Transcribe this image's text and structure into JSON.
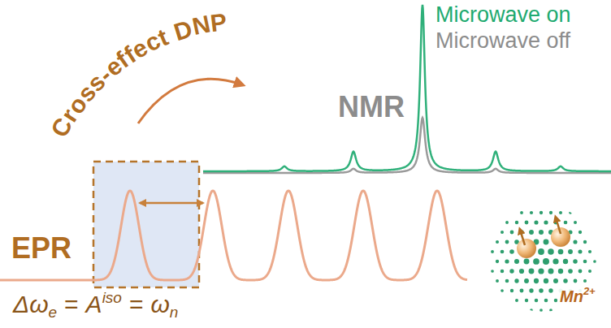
{
  "diagram": {
    "labels": [
      "Cross-effect DNP",
      "Microwave on",
      "Microwave off",
      "NMR",
      "EPR",
      "Δω",
      "e",
      "=",
      "A",
      "iso",
      "=",
      "ω",
      "n",
      "Mn",
      "2+"
    ]
  }
}
